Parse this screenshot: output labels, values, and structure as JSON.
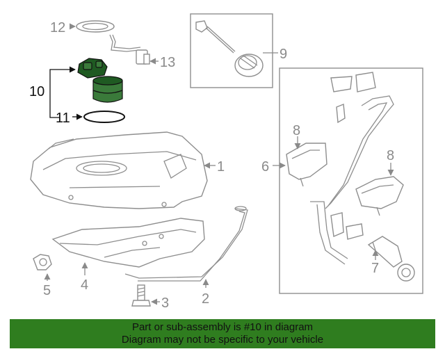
{
  "callouts": {
    "c1": "1",
    "c2": "2",
    "c3": "3",
    "c4": "4",
    "c5": "5",
    "c6": "6",
    "c7": "7",
    "c8a": "8",
    "c8b": "8",
    "c9": "9",
    "c10": "10",
    "c11": "11",
    "c12": "12",
    "c13": "13"
  },
  "highlight_color": "#2f7d1f",
  "banner": {
    "line1": "Part or sub-assembly is #10 in diagram",
    "line2": "Diagram may not be specific to your vehicle"
  }
}
